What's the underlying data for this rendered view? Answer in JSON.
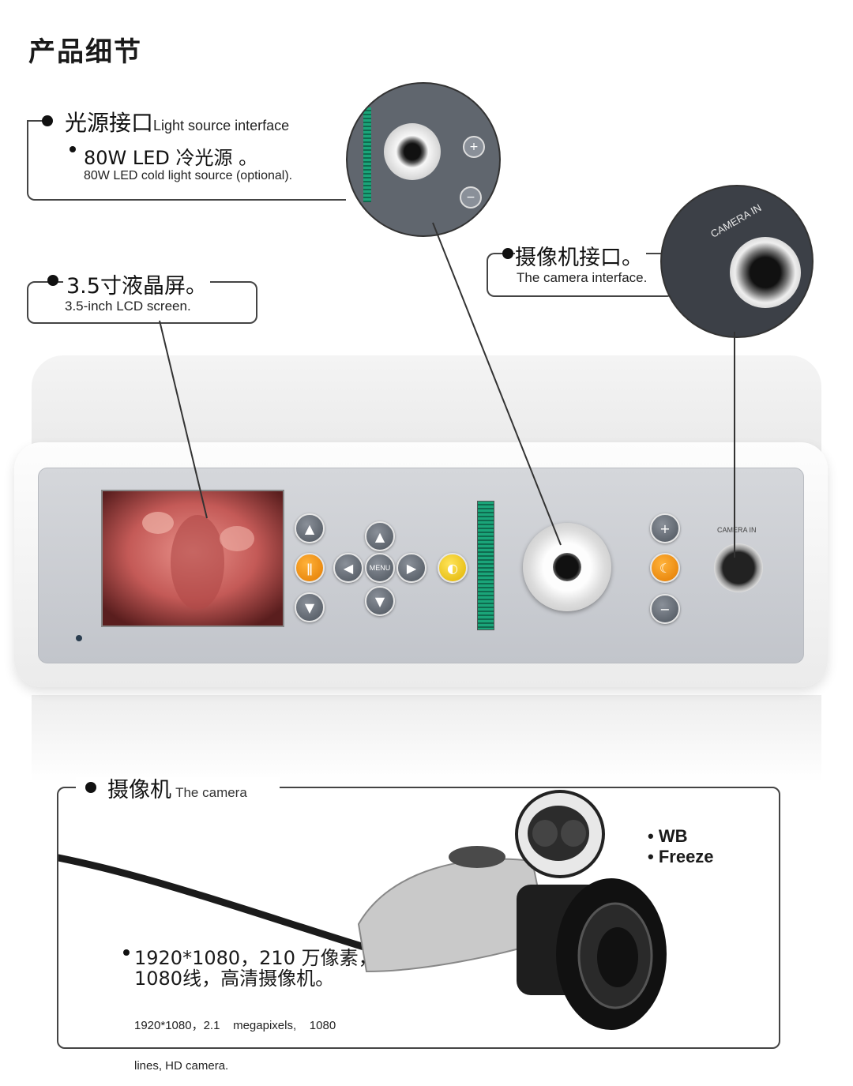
{
  "title": "产品细节",
  "light_source": {
    "heading_cn": "光源接口",
    "heading_en": "Light source interface",
    "bullet_cn": "80W LED 冷光源 。",
    "bullet_en": "80W LED cold light source (optional)."
  },
  "lcd": {
    "heading_cn": "3.5寸液晶屏。",
    "heading_en": "3.5-inch LCD screen."
  },
  "camera_interface": {
    "heading_cn": "摄像机接口。",
    "heading_en": "The camera interface.",
    "zoom_label": "CAMERA IN"
  },
  "device": {
    "menu_label": "MENU",
    "camera_in_label": "CAMERA IN"
  },
  "camera": {
    "heading_cn": "摄像机",
    "heading_en": "The camera",
    "features": [
      "WB",
      "Freeze"
    ],
    "spec_cn_1": "1920*1080，210 万像素，",
    "spec_cn_2": "1080线，高清摄像机。",
    "spec_en_1": "1920*1080，2.1    megapixels,    1080",
    "spec_en_2": "lines, HD camera."
  },
  "colors": {
    "panel": "#c8cbd0",
    "button_grey": "#5a616a",
    "button_orange": "#f39200",
    "button_yellow": "#f5c400",
    "meter_green": "#1aa579"
  }
}
